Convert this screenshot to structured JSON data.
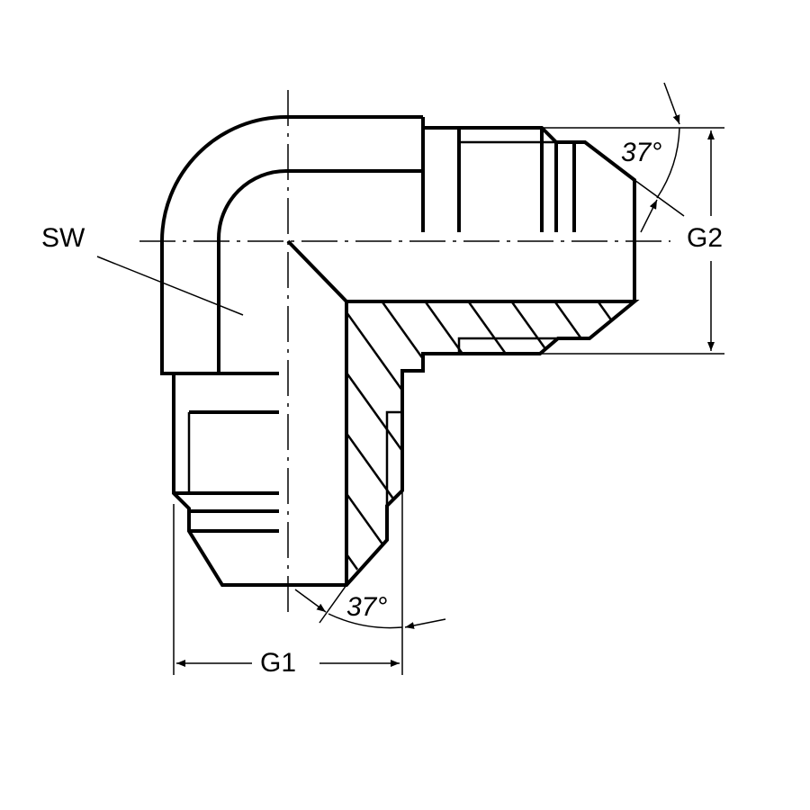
{
  "labels": {
    "wrench_size": "SW",
    "thread_1": "G1",
    "thread_2": "G2",
    "angle_top": "37°",
    "angle_bottom": "37°"
  },
  "colors": {
    "line": "#000000",
    "background": "#ffffff"
  }
}
